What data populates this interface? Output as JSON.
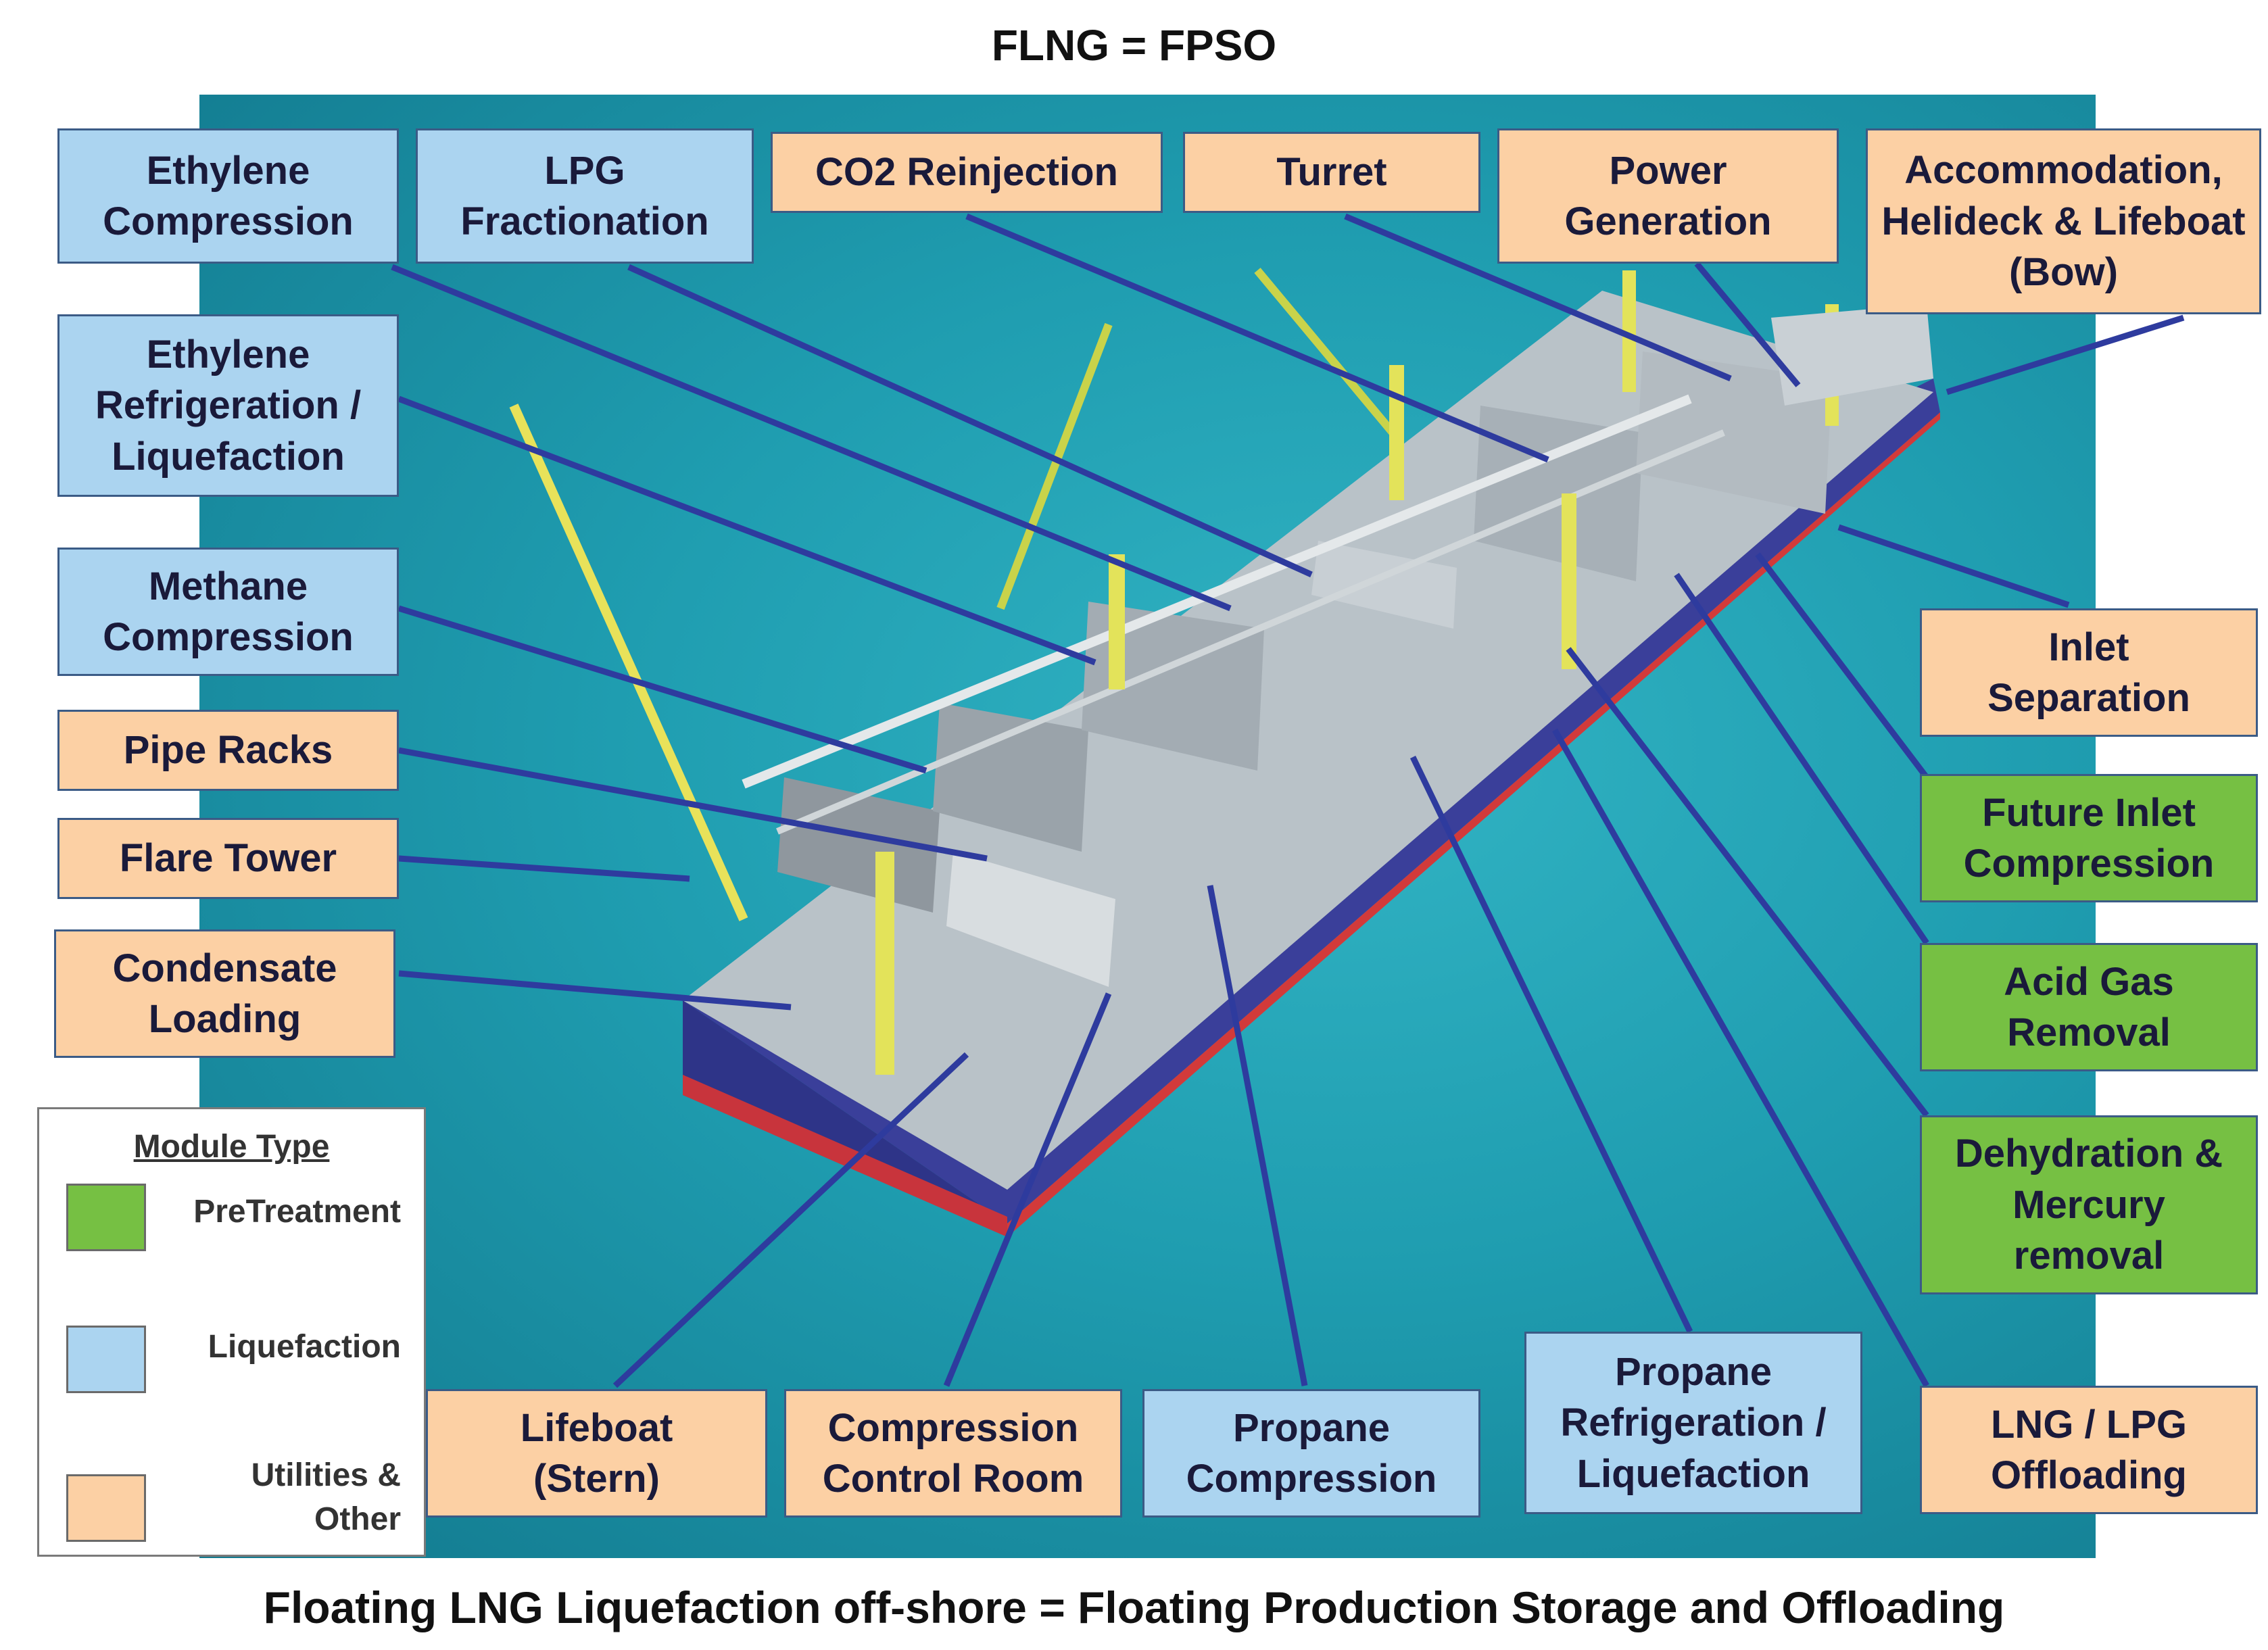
{
  "title": "FLNG = FPSO",
  "caption": "Floating LNG Liquefaction off-shore = Floating Production Storage and Offloading",
  "colors": {
    "pretreatment": "#76c043",
    "liquefaction": "#abd4f0",
    "utilities": "#fcd0a4",
    "leader": "#2e3b9e"
  },
  "labels": {
    "ethylene_compression": "Ethylene Compression",
    "lpg_fractionation": "LPG Fractionation",
    "co2_reinjection": "CO2 Reinjection",
    "turret": "Turret",
    "power_generation": "Power Generation",
    "accommodation": "Accommodation, Helideck & Lifeboat (Bow)",
    "ethylene_refrigeration": "Ethylene Refrigeration / Liquefaction",
    "methane_compression": "Methane Compression",
    "pipe_racks": "Pipe Racks",
    "flare_tower": "Flare Tower",
    "condensate_loading": "Condensate Loading",
    "inlet_separation": "Inlet Separation",
    "future_inlet_compression": "Future Inlet Compression",
    "acid_gas_removal": "Acid Gas Removal",
    "dehydration": "Dehydration & Mercury removal",
    "lng_lpg_offloading": "LNG / LPG Offloading",
    "lifeboat_stern": "Lifeboat (Stern)",
    "compression_control_room": "Compression Control Room",
    "propane_compression": "Propane Compression",
    "propane_refrigeration": "Propane Refrigeration / Liquefaction"
  },
  "legend": {
    "title": "Module Type",
    "pretreatment": "PreTreatment",
    "liquefaction": "Liquefaction",
    "utilities": "Utilities & Other"
  }
}
